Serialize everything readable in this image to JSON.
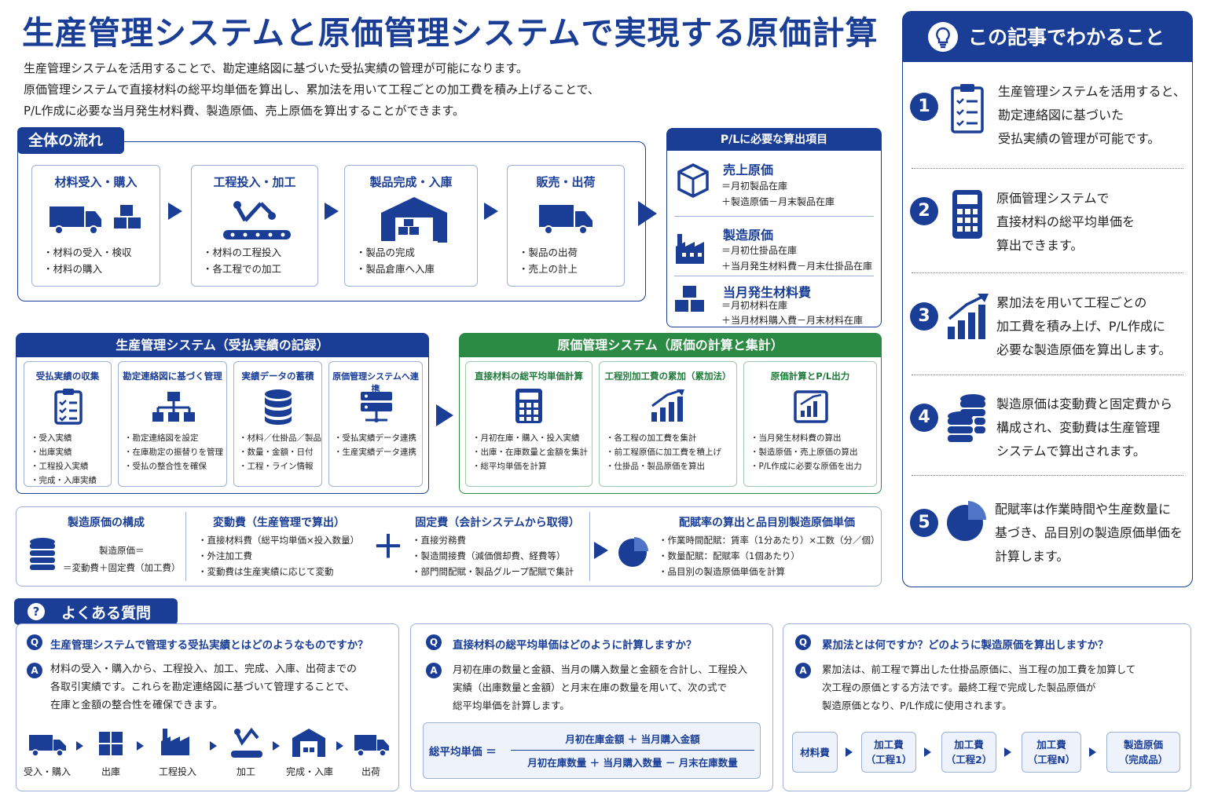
{
  "title": "生産管理システムと原価管理システムで実現する原価計算",
  "intro": [
    "生産管理システムを活用することで、勘定連絡図に基づいた受払実績の管理が可能になります。",
    "原価管理システムで直接材料の総平均単価を算出し、累加法を用いて工程ごとの加工費を積み上げることで、",
    "P/L作成に必要な当月発生材料費、製造原価、売上原価を算出することができます。"
  ],
  "flow": {
    "tag": "全体の流れ",
    "steps": [
      {
        "title": "材料受入・購入",
        "bullets": [
          "・材料の受入・検収",
          "・材料の購入"
        ]
      },
      {
        "title": "工程投入・加工",
        "bullets": [
          "・材料の工程投入",
          "・各工程での加工"
        ]
      },
      {
        "title": "製品完成・入庫",
        "bullets": [
          "・製品の完成",
          "・製品倉庫へ入庫"
        ]
      },
      {
        "title": "販売・出荷",
        "bullets": [
          "・製品の出荷",
          "・売上の計上"
        ]
      }
    ]
  },
  "pl": {
    "header": "P/Lに必要な算出項目",
    "items": [
      {
        "title": "売上原価",
        "lines": [
          "＝月初製品在庫",
          "＋製造原価－月末製品在庫"
        ]
      },
      {
        "title": "製造原価",
        "lines": [
          "＝月初仕掛品在庫",
          "＋当月発生材料費－月末仕掛品在庫"
        ]
      },
      {
        "title": "当月発生材料費",
        "lines": [
          "＝月初材料在庫",
          "＋当月材料購入費－月末材料在庫"
        ]
      }
    ]
  },
  "production": {
    "header": "生産管理システム（受払実績の記録）",
    "cards": [
      {
        "title": "受払実績の収集",
        "bullets": [
          "・受入実績",
          "・出庫実績",
          "・工程投入実績",
          "・完成・入庫実績"
        ]
      },
      {
        "title": "勘定連絡図に基づく管理",
        "bullets": [
          "・勘定連絡図を設定",
          "・在庫勘定の振替りを管理",
          "・受払の整合性を確保"
        ]
      },
      {
        "title": "実績データの蓄積",
        "bullets": [
          "・材料／仕掛品／製品",
          "・数量・金額・日付",
          "・工程・ライン情報"
        ]
      },
      {
        "title": "原価管理システムへ連携",
        "bullets": [
          "・受払実績データ連携",
          "・生産実績データ連携"
        ]
      }
    ]
  },
  "cost": {
    "header": "原価管理システム（原価の計算と集計）",
    "cards": [
      {
        "title": "直接材料の総平均単価計算",
        "bullets": [
          "・月初在庫・購入・投入実績",
          "・出庫・在庫数量と金額を集計",
          "・総平均単価を計算"
        ]
      },
      {
        "title": "工程別加工費の累加（累加法）",
        "bullets": [
          "・各工程の加工費を集計",
          "・前工程原価に加工費を積上げ",
          "・仕掛品・製品原価を算出"
        ]
      },
      {
        "title": "原価計算とP/L出力",
        "bullets": [
          "・当月発生材料費の算出",
          "・製造原価・売上原価の算出",
          "・P/L作成に必要な原価を出力"
        ]
      }
    ]
  },
  "composition": {
    "title": "製造原価の構成",
    "formula": [
      "製造原価＝",
      "＝変動費＋固定費（加工費）"
    ],
    "variable_title": "変動費（生産管理で算出）",
    "variable": [
      "・直接材料費（総平均単価×投入数量）",
      "・外注加工費",
      "・変動費は生産実績に応じて変動"
    ],
    "plus": "＋",
    "fixed_title": "固定費（会計システムから取得）",
    "fixed": [
      "・直接労務費",
      "・製造間接費（減価償却費、経費等）",
      "・部門間配賦・製品グループ配賦で集計"
    ],
    "alloc_title": "配賦率の算出と品目別製造原価単価",
    "alloc": [
      "・作業時間配賦：賃率（1分あたり）×工数（分／個）",
      "・数量配賦：配賦率（1個あたり）",
      "・品目別の製造原価単価を計算"
    ]
  },
  "sidebar": {
    "header": "この記事でわかること",
    "items": [
      {
        "num": "1",
        "lines": [
          "生産管理システムを活用すると、",
          "勘定連絡図に基づいた",
          "受払実績の管理が可能です。"
        ]
      },
      {
        "num": "2",
        "lines": [
          "原価管理システムで",
          "直接材料の総平均単価を",
          "算出できます。"
        ]
      },
      {
        "num": "3",
        "lines": [
          "累加法を用いて工程ごとの",
          "加工費を積み上げ、P/L作成に",
          "必要な製造原価を算出します。"
        ]
      },
      {
        "num": "4",
        "lines": [
          "製造原価は変動費と固定費から",
          "構成され、変動費は生産管理",
          "システムで算出されます。"
        ]
      },
      {
        "num": "5",
        "lines": [
          "配賦率は作業時間や生産数量に",
          "基づき、品目別の製造原価単価を",
          "計算します。"
        ]
      }
    ]
  },
  "faq": {
    "tag": "よくある質問",
    "q_mark": "Q",
    "a_mark": "A",
    "items": [
      {
        "q": "生産管理システムで管理する受払実績とはどのようなものですか？",
        "a": [
          "材料の受入・購入から、工程投入、加工、完成、入庫、出荷までの",
          "各取引実績です。これらを勘定連絡図に基づいて管理することで、",
          "在庫と金額の整合性を確保できます。"
        ],
        "flow": [
          "受入・購入",
          "出庫",
          "工程投入",
          "加工",
          "完成・入庫",
          "出荷"
        ]
      },
      {
        "q": "直接材料の総平均単価はどのように計算しますか？",
        "a": [
          "月初在庫の数量と金額、当月の購入数量と金額を合計し、工程投入",
          "実績（出庫数量と金額）と月末在庫の数量を用いて、次の式で",
          "総平均単価を計算します。"
        ],
        "formula_label": "総平均単価 ＝",
        "numerator": "月初在庫金額 ＋ 当月購入金額",
        "denominator": "月初在庫数量 ＋ 当月購入数量 － 月末在庫数量"
      },
      {
        "q": "累加法とは何ですか？どのように製造原価を算出しますか？",
        "a": [
          "累加法は、前工程で算出した仕掛品原価に、当工程の加工費を加算して",
          "次工程の原価とする方法です。最終工程で完成した製品原価が",
          "製造原価となり、P/L作成に使用されます。"
        ],
        "process": [
          {
            "l1": "材料費",
            "l2": ""
          },
          {
            "l1": "加工費",
            "l2": "（工程1）"
          },
          {
            "l1": "加工費",
            "l2": "（工程2）"
          },
          {
            "l1": "加工費",
            "l2": "（工程N）"
          },
          {
            "l1": "製造原価",
            "l2": "（完成品）"
          }
        ]
      }
    ]
  },
  "colors": {
    "primary": "#1a3e96",
    "green": "#2b8a43"
  }
}
